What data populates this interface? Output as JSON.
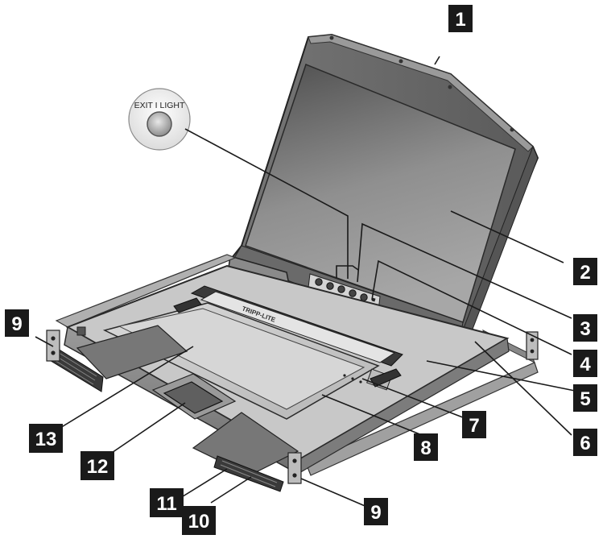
{
  "diagram": {
    "callout": {
      "label": "EXIT I LIGHT"
    },
    "brand_label": "TRIPP-LITE",
    "badges": [
      {
        "id": "1",
        "text": "1"
      },
      {
        "id": "2",
        "text": "2"
      },
      {
        "id": "3",
        "text": "3"
      },
      {
        "id": "4",
        "text": "4"
      },
      {
        "id": "5",
        "text": "5"
      },
      {
        "id": "6",
        "text": "6"
      },
      {
        "id": "7",
        "text": "7"
      },
      {
        "id": "8",
        "text": "8"
      },
      {
        "id": "9a",
        "text": "9"
      },
      {
        "id": "9b",
        "text": "9"
      },
      {
        "id": "10",
        "text": "10"
      },
      {
        "id": "11",
        "text": "11"
      },
      {
        "id": "12",
        "text": "12"
      },
      {
        "id": "13",
        "text": "13"
      }
    ],
    "colors": {
      "badge": "#1a1a1a",
      "badge_text": "#ffffff",
      "body_dark": "#4a4a4a",
      "body_mid": "#8a8a8a",
      "body_light": "#cfcfcf",
      "screen_top": "#5a5a5a",
      "screen_bottom": "#9b9b9b"
    }
  }
}
